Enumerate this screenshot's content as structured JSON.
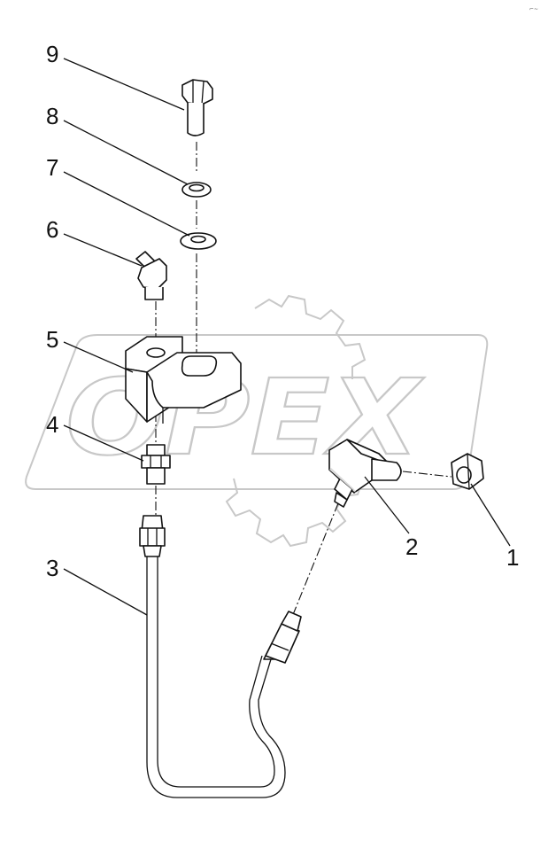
{
  "corner_mark": "⌐~",
  "watermark": {
    "text": "OPEX"
  },
  "callouts": [
    {
      "label": "1"
    },
    {
      "label": "2"
    },
    {
      "label": "3"
    },
    {
      "label": "4"
    },
    {
      "label": "5"
    },
    {
      "label": "6"
    },
    {
      "label": "7"
    },
    {
      "label": "8"
    },
    {
      "label": "9"
    }
  ],
  "parts": [
    {
      "id": 1,
      "name": "nut"
    },
    {
      "id": 2,
      "name": "elbow-fitting"
    },
    {
      "id": 3,
      "name": "tube-assembly"
    },
    {
      "id": 4,
      "name": "straight-adapter"
    },
    {
      "id": 5,
      "name": "bracket"
    },
    {
      "id": 6,
      "name": "grease-fitting"
    },
    {
      "id": 7,
      "name": "flat-washer"
    },
    {
      "id": 8,
      "name": "lock-washer"
    },
    {
      "id": 9,
      "name": "hex-bolt"
    }
  ]
}
